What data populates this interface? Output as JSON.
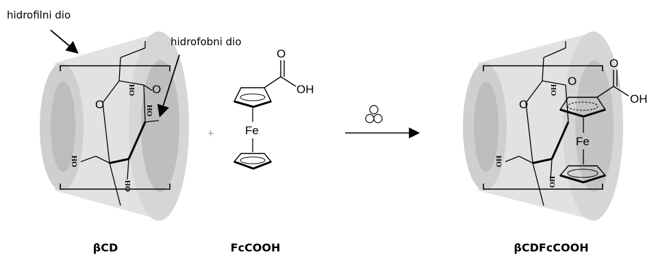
{
  "labels": {
    "hydrophilic": "hidrofilni dio",
    "hydrophobic": "hidrofobni dio"
  },
  "captions": {
    "beta_cd": "βCD",
    "fc_cooh": "FcCOOH",
    "complex": "βCDFcCOOH"
  },
  "atoms": {
    "iron": "Fe",
    "oxygen": "O",
    "hydroxyl": "OH",
    "ring_hydroxyl": "OH",
    "ring_oxygen": "O"
  },
  "operators": {
    "plus": "+"
  },
  "colors": {
    "cone_outer": "#d9d9d9",
    "cone_inner": "#c4c4c4",
    "cavity": "#b5b5b5",
    "line": "#000000"
  },
  "icons": {
    "ultrasound": "ultrasound-bubbles-icon",
    "reaction_arrow": "arrow-right-icon"
  }
}
